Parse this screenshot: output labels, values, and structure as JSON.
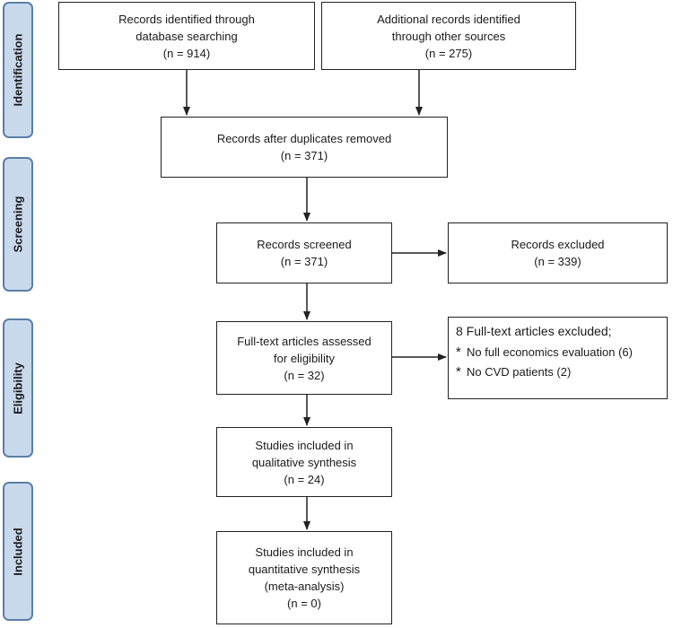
{
  "phases": {
    "identification": "Identification",
    "screening": "Screening",
    "eligibility": "Eligibility",
    "included": "Included"
  },
  "boxes": {
    "database_search": {
      "line1": "Records identified through",
      "line2": "database searching",
      "count": "(n = 914)"
    },
    "other_sources": {
      "line1": "Additional records identified",
      "line2": "through other sources",
      "count": "(n = 275)"
    },
    "duplicates_removed": {
      "line1": "Records after duplicates removed",
      "count": "(n = 371)"
    },
    "screened": {
      "line1": "Records screened",
      "count": "(n = 371)"
    },
    "excluded": {
      "line1": "Records excluded",
      "count": "(n = 339)"
    },
    "full_text": {
      "line1": "Full-text articles assessed",
      "line2": "for eligibility",
      "count": "(n = 32)"
    },
    "full_text_excluded": {
      "heading": "8 Full-text articles excluded;",
      "items": [
        {
          "bullet": "*",
          "text": "No full economics evaluation (6)"
        },
        {
          "bullet": "*",
          "text": "No CVD patients (2)"
        }
      ]
    },
    "qualitative": {
      "line1": "Studies included in",
      "line2": "qualitative synthesis",
      "count": "(n = 24)"
    },
    "quantitative": {
      "line1": "Studies included in",
      "line2": "quantitative synthesis",
      "line3": "(meta-analysis)",
      "count": "(n = 0)"
    }
  },
  "colors": {
    "phase_fill": "#c9d9ec",
    "phase_border": "#5a7fa5",
    "line": "#222222"
  }
}
